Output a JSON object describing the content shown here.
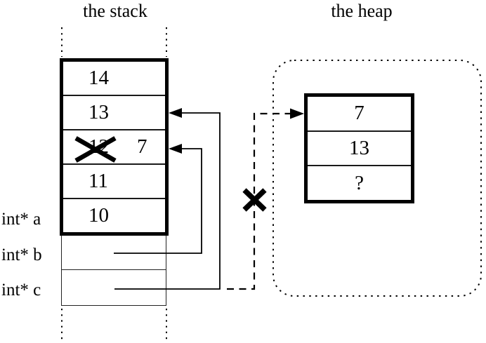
{
  "colors": {
    "ink": "#000000",
    "background": "#ffffff"
  },
  "titles": {
    "stack": "the stack",
    "heap": "the heap"
  },
  "stack": {
    "cells": [
      {
        "value": "14"
      },
      {
        "value": "13"
      },
      {
        "value": "12",
        "crossed": true,
        "replacement": "7"
      },
      {
        "value": "11"
      },
      {
        "value": "10"
      }
    ],
    "pointer_labels": [
      "int* a",
      "int* b",
      "int* c"
    ]
  },
  "heap": {
    "cells": [
      {
        "value": "7"
      },
      {
        "value": "13"
      },
      {
        "value": "?"
      }
    ]
  }
}
